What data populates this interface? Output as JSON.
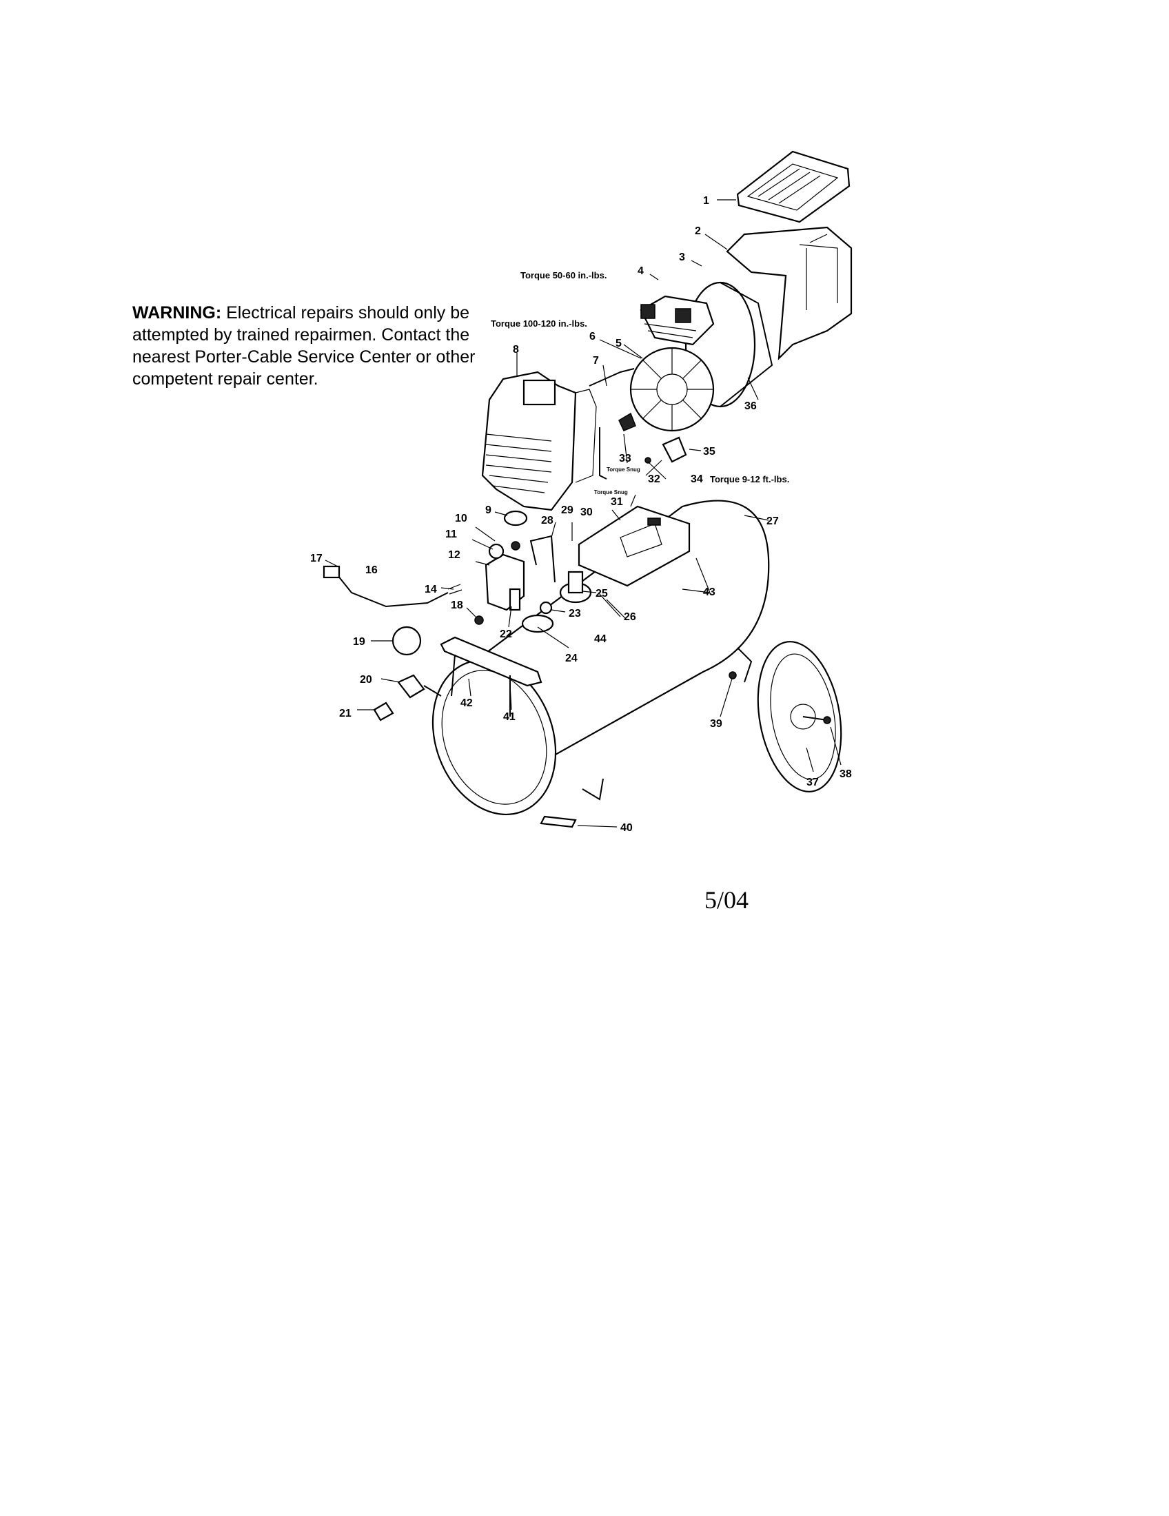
{
  "warning": {
    "heading": "WARNING:",
    "text": "Electrical repairs should only be attempted by trained repairmen. Contact the nearest Porter-Cable Service Center or other competent repair center."
  },
  "torque_notes": {
    "t4": "Torque 50-60 in.-lbs.",
    "t6": "Torque 100-120 in.-lbs.",
    "t33": "Torque Snug",
    "t31": "Torque Snug",
    "t34": "Torque 9-12 ft.-lbs."
  },
  "callouts": [
    "1",
    "2",
    "3",
    "4",
    "5",
    "6",
    "7",
    "8",
    "9",
    "10",
    "11",
    "12",
    "14",
    "16",
    "17",
    "18",
    "19",
    "20",
    "21",
    "22",
    "23",
    "24",
    "25",
    "26",
    "27",
    "28",
    "29",
    "30",
    "31",
    "32",
    "33",
    "34",
    "35",
    "36",
    "37",
    "38",
    "39",
    "40",
    "41",
    "42",
    "43",
    "44"
  ],
  "date_code": "5/04"
}
